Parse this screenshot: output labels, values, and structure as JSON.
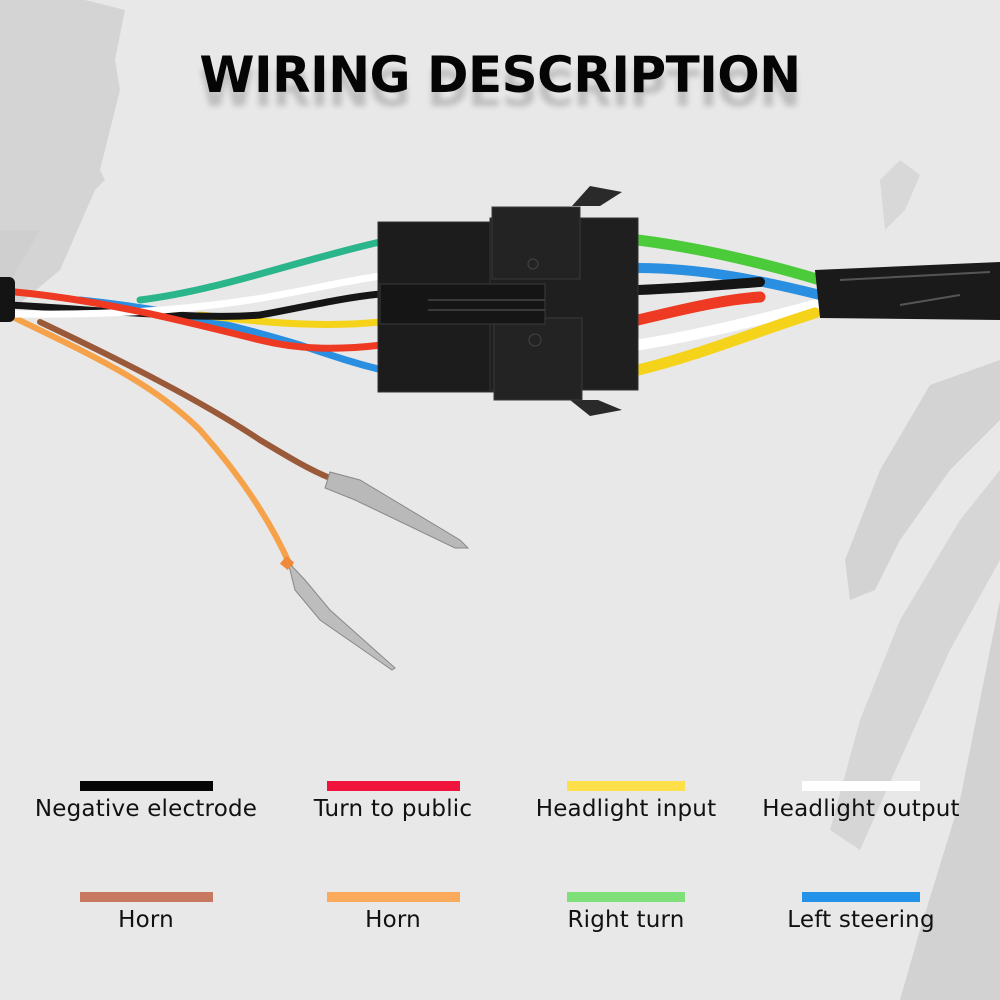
{
  "title": "WIRING DESCRIPTION",
  "legend": [
    {
      "label": "Negative electrode",
      "color": "#050505"
    },
    {
      "label": "Turn to public",
      "color": "#f0143c"
    },
    {
      "label": "Headlight input",
      "color": "#fde04a"
    },
    {
      "label": "Headlight output",
      "color": "#ffffff"
    },
    {
      "label": "Horn",
      "color": "#c67860"
    },
    {
      "label": "Horn",
      "color": "#fba95a"
    },
    {
      "label": "Right turn",
      "color": "#7fe07a"
    },
    {
      "label": "Left steering",
      "color": "#2393ea"
    }
  ],
  "wire_colors": {
    "green_left": "#2bb58a",
    "green_right": "#4ccb3a",
    "white": "#ffffff",
    "black": "#151515",
    "yellow": "#f5d31a",
    "red": "#ee3a22",
    "blue": "#2a8fe0",
    "brown": "#9a5a3a",
    "orange": "#f6a24a",
    "connector": "#1c1c1c"
  }
}
